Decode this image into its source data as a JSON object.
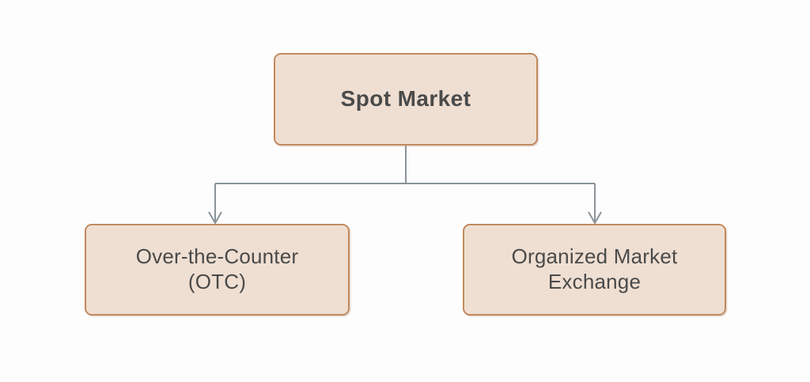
{
  "diagram": {
    "title": "Spot Market",
    "type": "hierarchy-tree",
    "background_color": "#fdfdfd",
    "node_fill_color": "#efdfd2",
    "node_border_color": "#c28a5f",
    "connector_color": "#8a9399",
    "text_color": "#4a4a4a",
    "nodes": [
      {
        "id": "root",
        "label": "Spot Market",
        "level": 1
      },
      {
        "id": "otc",
        "label": "Over-the-Counter\n(OTC)",
        "level": 2
      },
      {
        "id": "exchange",
        "label": "Organized Market\nExchange",
        "level": 2
      }
    ],
    "edges": [
      {
        "from": "root",
        "to": "otc",
        "style": "orthogonal-arrow"
      },
      {
        "from": "root",
        "to": "exchange",
        "style": "orthogonal-arrow"
      }
    ]
  }
}
